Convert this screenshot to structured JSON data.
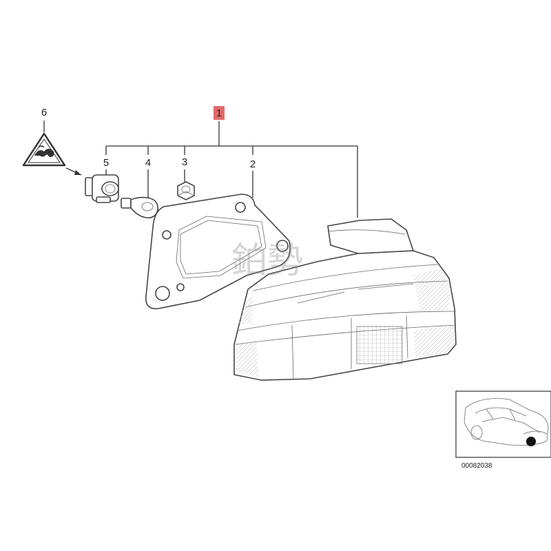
{
  "callouts": [
    "1",
    "2",
    "3",
    "4",
    "5",
    "6"
  ],
  "highlight_color": "#e06a6a",
  "watermark": "鉑勢",
  "reference_number": "00082038",
  "icons": {
    "warning": "warning-triangle-icon",
    "car_locator": "car-location-icon"
  }
}
